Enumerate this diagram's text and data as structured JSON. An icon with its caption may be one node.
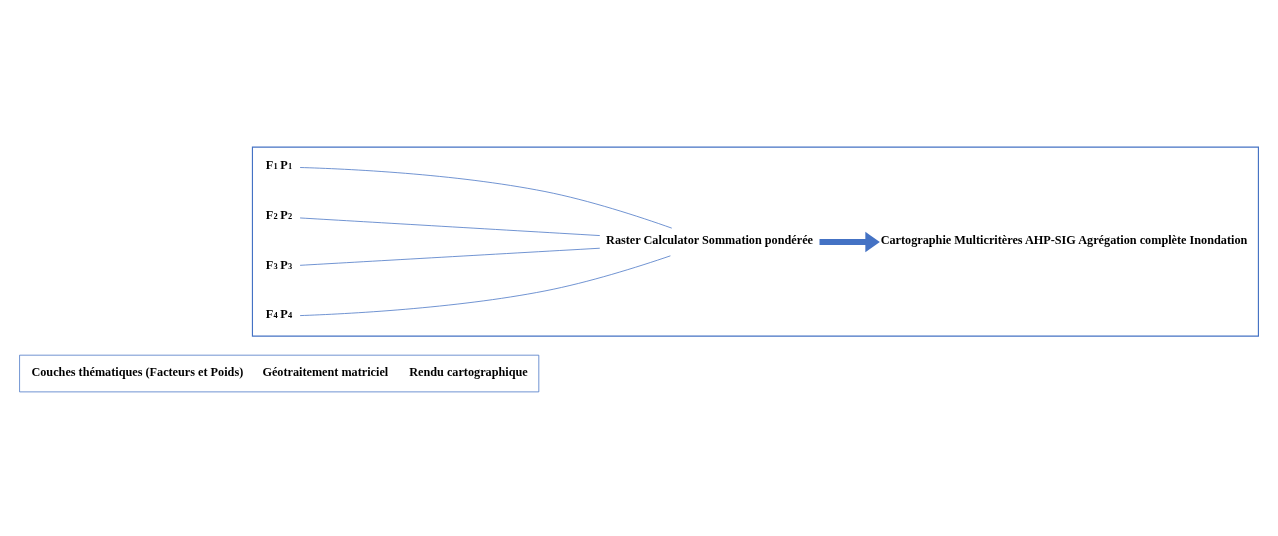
{
  "diagram": {
    "nodes": [
      {
        "text": [
          "Couches thématiques (Facteurs et Poids)",
          "Géotraitement matriciel",
          "Rendu cartographique"
        ]
      },
      {
        "text": [],
        "shape": "box"
      },
      {
        "text": [
          "F$_{1}$ P$_{1}$"
        ],
        "in": 1
      },
      {
        "text": [
          "F$_{2}$ P$_{2}$"
        ],
        "in": 1
      },
      {
        "text": [
          "F$_{3}$ P$_{3}$"
        ],
        "in": 1
      },
      {
        "text": [
          "F$_{4}$ P$_{4}$"
        ],
        "in": 1
      },
      {
        "text": [
          "Raster Calculator Sommation pondérée"
        ],
        "in": 1
      },
      {
        "text": [
          "Cartographie Multicritères AHP-SIG Agrégation complète Inondation"
        ],
        "in": 1
      }
    ],
    "edges": [
      {
        "from": 2,
        "to": 6,
        "arrow": "none"
      },
      {
        "from": 3,
        "to": 6,
        "arrow": "none"
      },
      {
        "from": 4,
        "to": 6,
        "arrow": "none"
      },
      {
        "from": 5,
        "to": 6,
        "arrow": "none"
      },
      {
        "from": 6,
        "to": 7,
        "arrow": "to",
        "style": "thick"
      }
    ]
  }
}
